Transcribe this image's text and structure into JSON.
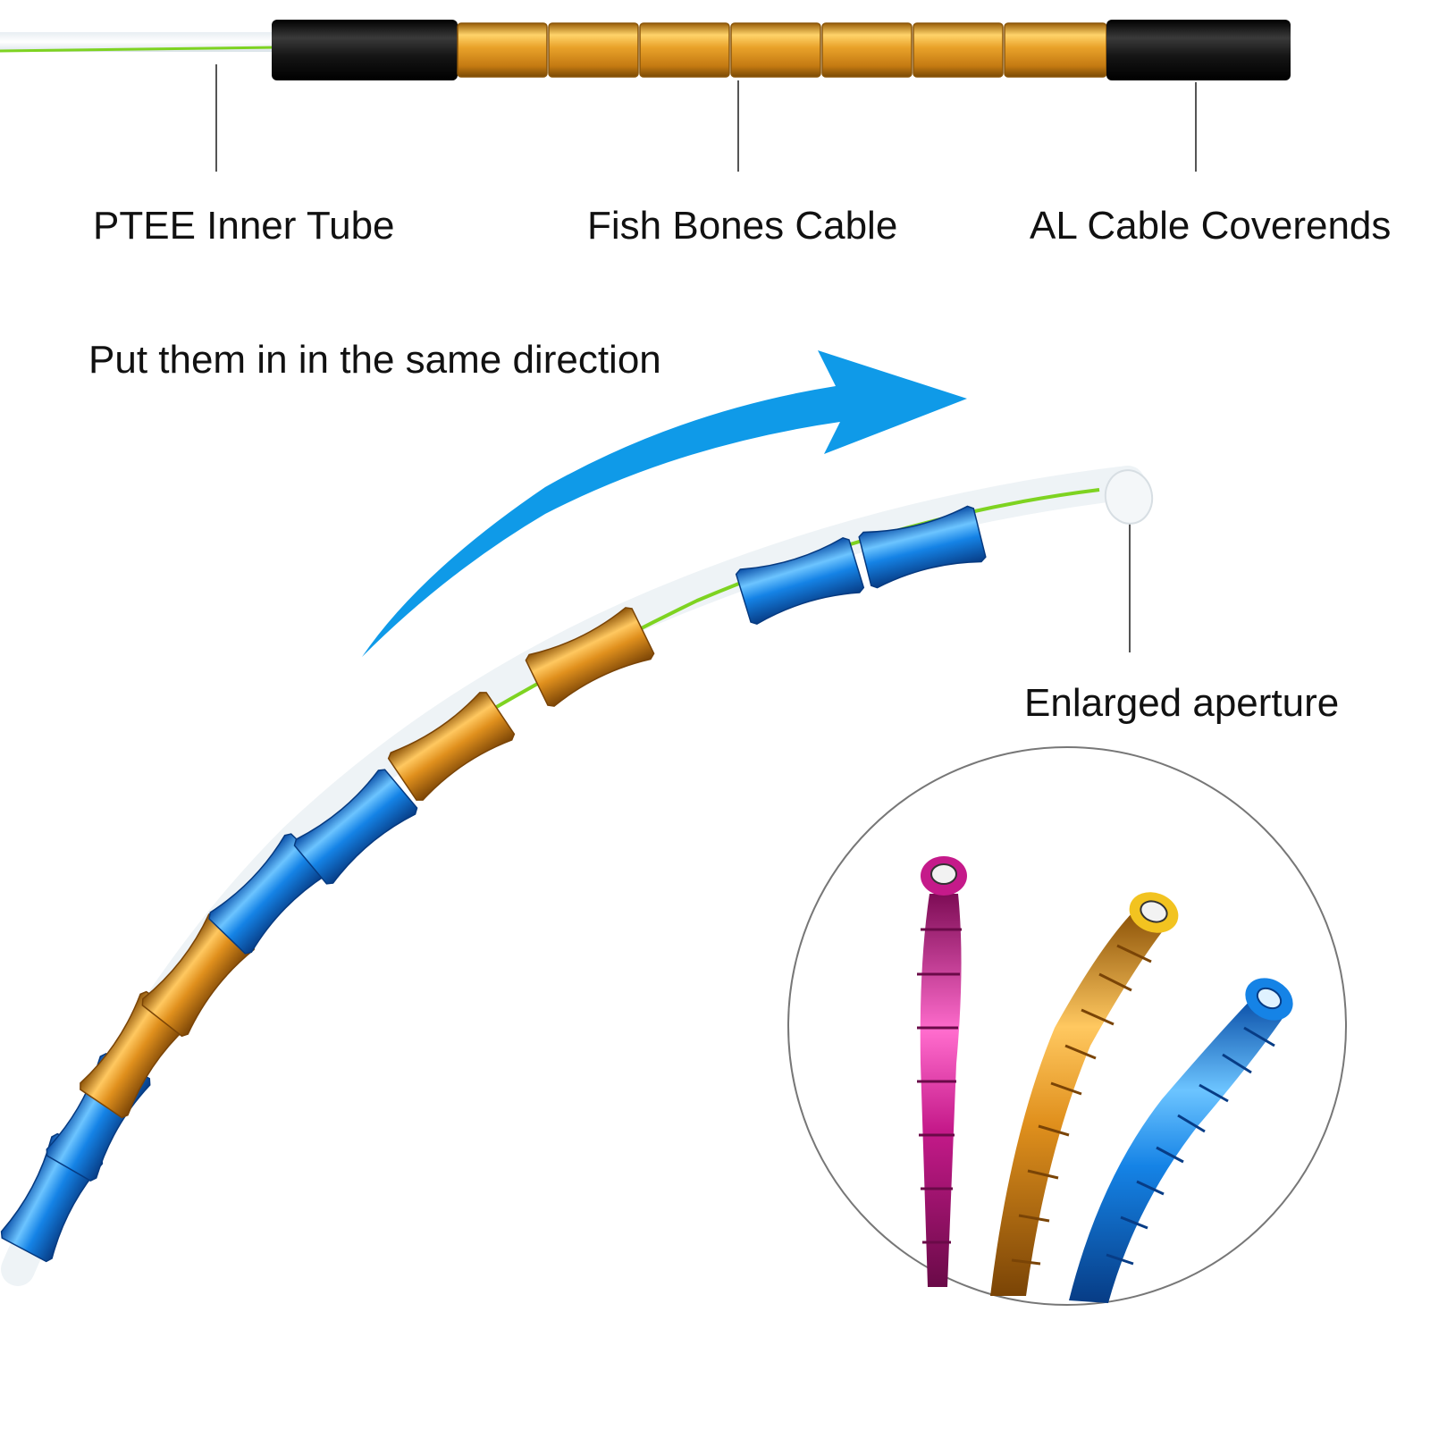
{
  "labels": {
    "ptfe_inner_tube": "PTEE Inner Tube",
    "fish_bones_cable": "Fish Bones Cable",
    "al_cable_coverends": "AL Cable Coverends",
    "direction_hint": "Put them in in the same direction",
    "enlarged_aperture": "Enlarged aperture"
  },
  "colors": {
    "gold": "#e9a22a",
    "gold_dark": "#b8740f",
    "gold_light": "#ffd36a",
    "blue": "#1583e6",
    "blue_dark": "#0a4fa8",
    "blue_light": "#6cc4ff",
    "magenta": "#c51a8a",
    "magenta_light": "#ff6ccd",
    "black_end": "#1b1b1b",
    "green_wire": "#7ed321",
    "arrow_blue": "#0f9ae8",
    "leader_line": "#555555"
  }
}
